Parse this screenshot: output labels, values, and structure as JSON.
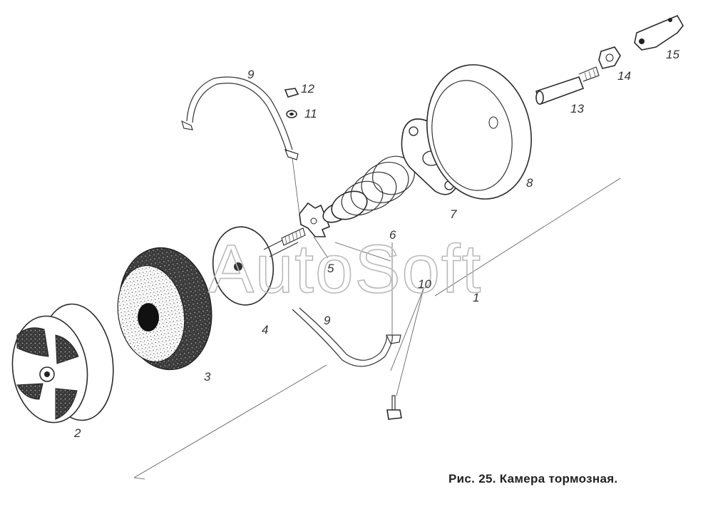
{
  "caption": "Рис. 25. Камера тормозная.",
  "watermark": "AutoSoft",
  "part_labels": {
    "p1": "1",
    "p2": "2",
    "p3": "3",
    "p4": "4",
    "p5": "5",
    "p6": "6",
    "p7": "7",
    "p8": "8",
    "p9a": "9",
    "p9b": "9",
    "p10": "10",
    "p11": "11",
    "p12": "12",
    "p13": "13",
    "p14": "14",
    "p15": "15"
  }
}
